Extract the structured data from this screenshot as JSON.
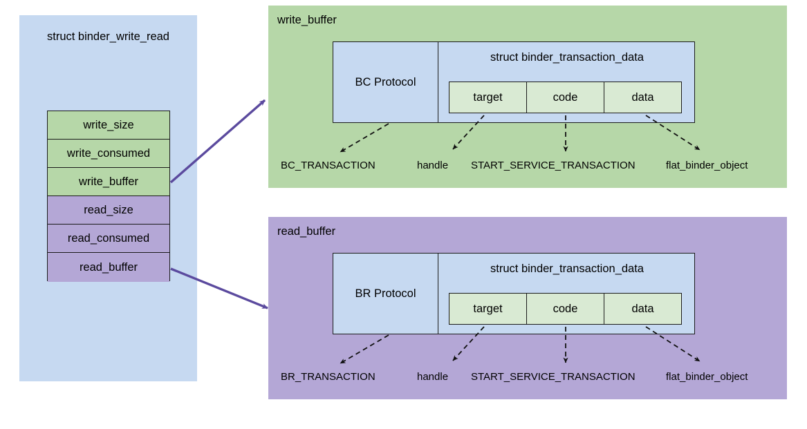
{
  "diagram": {
    "title_text": "struct binder_write_read",
    "struct_box": {
      "name": "struct binder_write_read",
      "fields": [
        {
          "label": "write_size",
          "group": "write"
        },
        {
          "label": "write_consumed",
          "group": "write"
        },
        {
          "label": "write_buffer",
          "group": "write"
        },
        {
          "label": "read_size",
          "group": "read"
        },
        {
          "label": "read_consumed",
          "group": "read"
        },
        {
          "label": "read_buffer",
          "group": "read"
        }
      ]
    },
    "write_panel": {
      "label": "write_buffer",
      "protocol_cell": "BC Protocol",
      "transaction_title": "struct binder_transaction_data",
      "cells": [
        "target",
        "code",
        "data"
      ],
      "annotations": {
        "protocol": "BC_TRANSACTION",
        "target": "handle",
        "code": "START_SERVICE_TRANSACTION",
        "data": "flat_binder_object"
      }
    },
    "read_panel": {
      "label": "read_buffer",
      "protocol_cell": "BR Protocol",
      "transaction_title": "struct binder_transaction_data",
      "cells": [
        "target",
        "code",
        "data"
      ],
      "annotations": {
        "protocol": "BR_TRANSACTION",
        "target": "handle",
        "code": "START_SERVICE_TRANSACTION",
        "data": "flat_binder_object"
      }
    },
    "colors": {
      "struct_panel_bg": "#c6d9f1",
      "write_bg": "#b6d7a8",
      "read_bg": "#b4a7d6",
      "inner_box_bg": "#c6d9f1",
      "cell_bg": "#d9ead3",
      "border": "#1a1a1a",
      "connector_arrow": "#5b4a9e",
      "leader_line": "#000000"
    }
  }
}
